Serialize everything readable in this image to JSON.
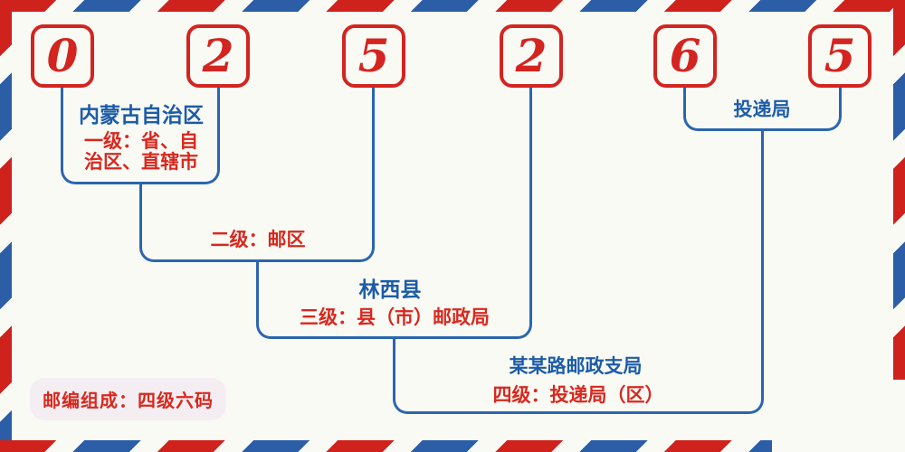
{
  "postal_code": {
    "digits": [
      "0",
      "2",
      "5",
      "2",
      "6",
      "5"
    ]
  },
  "annotations": {
    "level1": {
      "place": "内蒙古自治区",
      "label_line1": "一级：省、自",
      "label_line2": "治区、直辖市"
    },
    "level2": {
      "label": "二级：邮区"
    },
    "level3": {
      "place": "林西县",
      "label": "三级：县（市）邮政局"
    },
    "level4": {
      "place": "某某路邮政支局",
      "label": "四级：投递局（区）"
    },
    "delivery": {
      "place": "投递局"
    }
  },
  "badge": {
    "text": "邮编组成：四级六码"
  },
  "colors": {
    "stripe_red": "#cf221c",
    "stripe_blue": "#2b5ea7",
    "digit_red": "#d42420",
    "text_red": "#d8281e",
    "text_blue": "#1c5ca8",
    "line_blue": "#2b66ae",
    "background": "#fafaf5",
    "badge_background": "#f4eef2"
  }
}
